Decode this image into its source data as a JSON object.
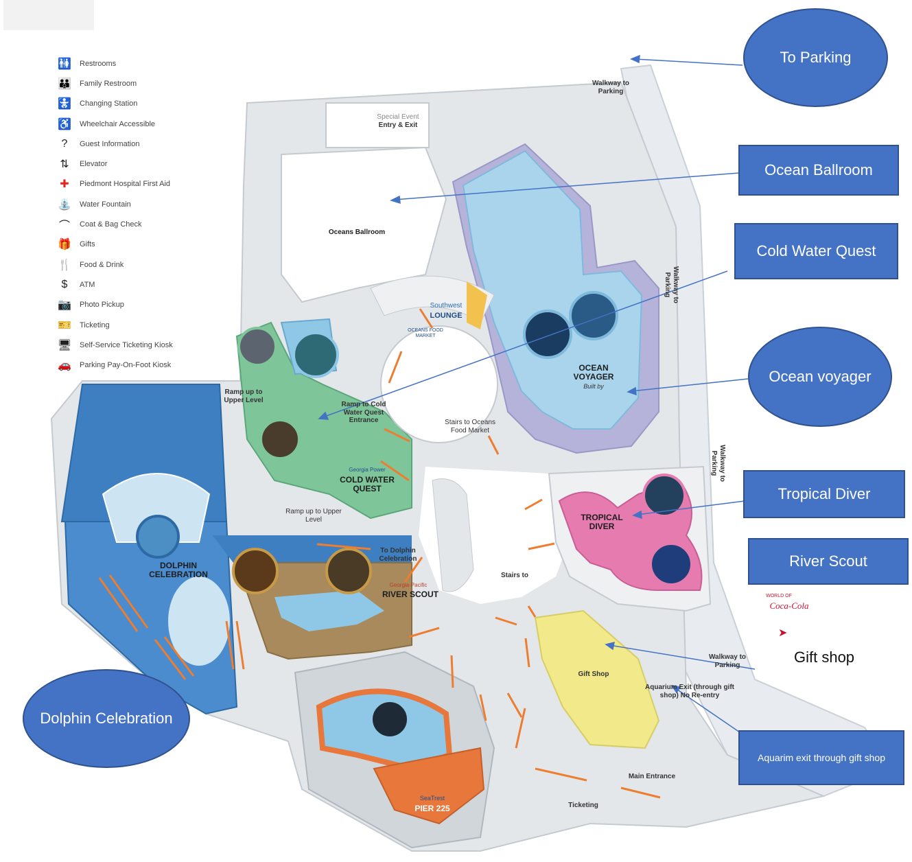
{
  "legend": [
    {
      "icon": "restrooms-icon",
      "glyph": "🚻",
      "label": "Restrooms"
    },
    {
      "icon": "family-restroom-icon",
      "glyph": "👪",
      "label": "Family Restroom"
    },
    {
      "icon": "changing-station-icon",
      "glyph": "🚼",
      "label": "Changing Station"
    },
    {
      "icon": "wheelchair-icon",
      "glyph": "♿",
      "label": "Wheelchair Accessible"
    },
    {
      "icon": "guest-information-icon",
      "glyph": "?",
      "label": "Guest Information"
    },
    {
      "icon": "elevator-icon",
      "glyph": "⇅",
      "label": "Elevator"
    },
    {
      "icon": "first-aid-icon",
      "glyph": "✚",
      "label": "Piedmont Hospital First Aid"
    },
    {
      "icon": "water-fountain-icon",
      "glyph": "⛲",
      "label": "Water Fountain"
    },
    {
      "icon": "coat-check-icon",
      "glyph": "⌒",
      "label": "Coat & Bag Check"
    },
    {
      "icon": "gifts-icon",
      "glyph": "🎁",
      "label": "Gifts"
    },
    {
      "icon": "food-drink-icon",
      "glyph": "🍴",
      "label": "Food & Drink"
    },
    {
      "icon": "atm-icon",
      "glyph": "$",
      "label": "ATM"
    },
    {
      "icon": "photo-pickup-icon",
      "glyph": "📷",
      "label": "Photo Pickup"
    },
    {
      "icon": "ticketing-icon",
      "glyph": "🎫",
      "label": "Ticketing"
    },
    {
      "icon": "ticketing-kiosk-icon",
      "glyph": "🖥",
      "label": "Self-Service Ticketing Kiosk"
    },
    {
      "icon": "parking-kiosk-icon",
      "glyph": "🚗",
      "label": "Parking Pay-On-Foot Kiosk"
    }
  ],
  "map_labels": {
    "special_event": "Special Event",
    "entry_exit": "Entry & Exit",
    "oceans_ballroom": "Oceans Ballroom",
    "walkway_top": "Walkway to Parking",
    "walkway_right_1": "Walkway to Parking",
    "walkway_right_2": "Walkway to Parking",
    "walkway_bottom": "Walkway to Parking",
    "southwest_lounge_brand": "Southwest",
    "southwest_lounge": "LOUNGE",
    "oceans_food_market": "OCEANS FOOD MARKET",
    "ocean_voyager": "OCEAN VOYAGER",
    "built_by": "Built by",
    "ramp_upper_1": "Ramp up to Upper Level",
    "ramp_cold_water": "Ramp to Cold Water Quest Entrance",
    "stairs_food_market": "Stairs to Oceans Food Market",
    "cold_water_quest_brand": "Georgia Power",
    "cold_water_quest": "COLD WATER QUEST",
    "tropical_diver": "TROPICAL DIVER",
    "ramp_upper_2": "Ramp up to Upper Level",
    "to_dolphin": "To Dolphin Celebration",
    "dolphin_celebration": "DOLPHIN CELEBRATION",
    "river_scout": "RIVER SCOUT",
    "river_scout_brand": "Georgia-Pacific",
    "stairs_to": "Stairs to",
    "gift_shop": "Gift Shop",
    "aquarium_exit": "Aquarium Exit (through gift shop) No Re-entry",
    "pier_brand": "SeaTrest",
    "pier_225": "PIER 225",
    "main_entrance": "Main Entrance",
    "ticketing": "Ticketing",
    "coca_cola": "Coca-Cola",
    "world_of": "WORLD OF"
  },
  "callouts": {
    "to_parking": "To Parking",
    "ocean_ballroom": "Ocean Ballroom",
    "cold_water_quest": "Cold Water Quest",
    "ocean_voyager": "Ocean voyager",
    "tropical_diver": "Tropical Diver",
    "river_scout": "River Scout",
    "gift_shop": "Gift shop",
    "dolphin_celebration": "Dolphin Celebration",
    "aquarium_exit": "Aquarim exit through gift shop"
  },
  "colors": {
    "callout_fill": "#4472c4",
    "callout_border": "#2f528f",
    "arrow_orange": "#ed7d31",
    "floor_grey": "#dfe3e7",
    "ocean_voyager_blue": "#a9d4ec",
    "cold_water_green": "#7fc59a",
    "dolphin_blue": "#3d7fc0",
    "tropical_pink": "#e67bb0",
    "river_brown": "#a88a5c",
    "gift_yellow": "#f2e98a",
    "pier_orange": "#e8773b",
    "lilac": "#b5b3d9"
  }
}
